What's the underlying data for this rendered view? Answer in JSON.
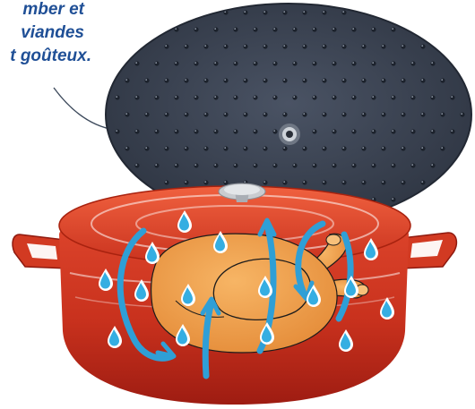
{
  "caption": {
    "lines": [
      "mber et",
      "viandes",
      "t goûteux."
    ]
  },
  "colors": {
    "caption": "#1f4f96",
    "lid_inside": "#3e4656",
    "pot_top": "#e0452c",
    "pot_bottom": "#a31d12",
    "chicken": "#f2a24e",
    "arrow": "#2f9fd6",
    "droplet": "#3ab0e3"
  },
  "icons": [
    "water-drop-icon",
    "circulation-arrow-icon",
    "roast-chicken-icon",
    "knob-icon"
  ]
}
